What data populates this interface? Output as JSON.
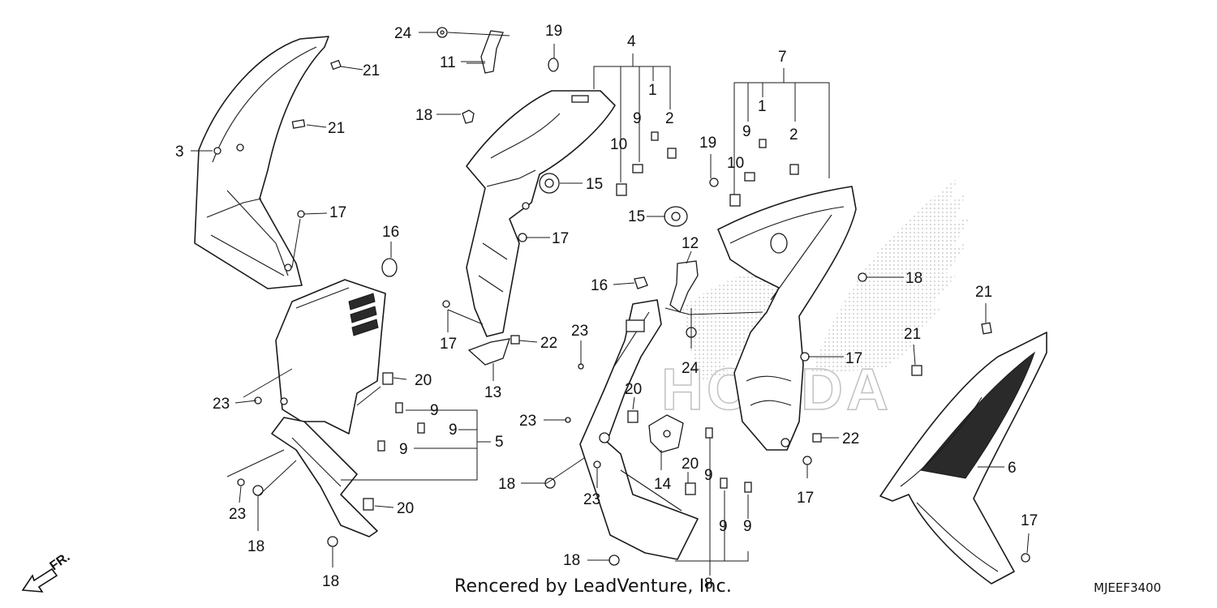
{
  "footer": {
    "credit": "Rencered by LeadVenture, Inc.",
    "diagram_code": "MJEEF3400",
    "direction_label": "FR."
  },
  "watermark": {
    "text": "HONDA"
  },
  "callouts": {
    "c1a": "1",
    "c1b": "1",
    "c2a": "2",
    "c2b": "2",
    "c3": "3",
    "c4": "4",
    "c5": "5",
    "c6": "6",
    "c7": "7",
    "c8": "8",
    "c9_4": "9",
    "c9_7": "9",
    "c9_5a": "9",
    "c9_5b": "9",
    "c9_5c": "9",
    "c9_8a": "9",
    "c9_8b": "9",
    "c9_8c": "9",
    "c10a": "10",
    "c10b": "10",
    "c11": "11",
    "c12": "12",
    "c13": "13",
    "c14": "14",
    "c15a": "15",
    "c15b": "15",
    "c16a": "16",
    "c16b": "16",
    "c17a": "17",
    "c17b": "17",
    "c17c": "17",
    "c17d": "17",
    "c17e": "17",
    "c17f": "17",
    "c18a": "18",
    "c18b": "18",
    "c18c": "18",
    "c18d": "18",
    "c18e": "18",
    "c18f": "18",
    "c19a": "19",
    "c19b": "19",
    "c20a": "20",
    "c20b": "20",
    "c20c": "20",
    "c20d": "20",
    "c21a": "21",
    "c21b": "21",
    "c21c": "21",
    "c21d": "21",
    "c22a": "22",
    "c22b": "22",
    "c23a": "23",
    "c23b": "23",
    "c23c": "23",
    "c23d": "23",
    "c24a": "24",
    "c24b": "24"
  }
}
